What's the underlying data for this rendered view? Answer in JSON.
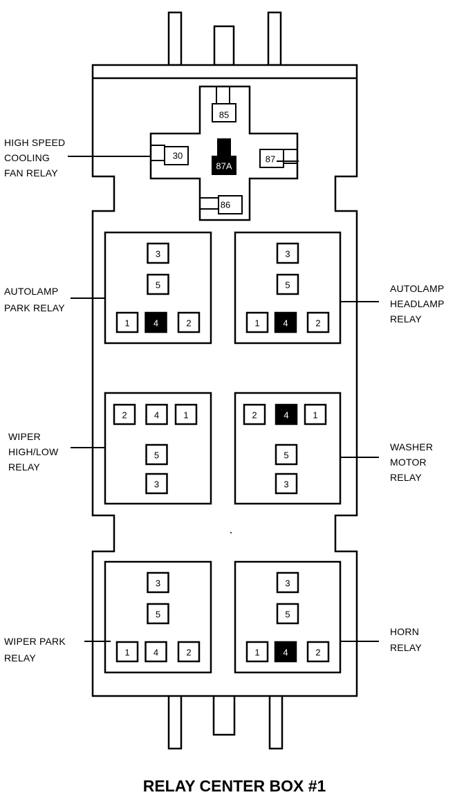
{
  "title": "RELAY CENTER BOX #1",
  "colors": {
    "line": "#000000",
    "background": "#ffffff",
    "filled_pin": "#000000"
  },
  "fan_relay": {
    "label_lines": [
      "HIGH SPEED",
      "COOLING",
      "FAN RELAY"
    ],
    "pins": {
      "top": "85",
      "left": "30",
      "center": "87A",
      "right": "87",
      "bottom": "86"
    }
  },
  "relays": {
    "autolamp_park": {
      "label_lines": [
        "AUTOLAMP",
        "PARK RELAY"
      ],
      "pins": [
        "3",
        "5",
        "1",
        "4",
        "2"
      ]
    },
    "autolamp_headlamp": {
      "label_lines": [
        "AUTOLAMP",
        "HEADLAMP",
        "RELAY"
      ],
      "pins": [
        "3",
        "5",
        "1",
        "4",
        "2"
      ]
    },
    "wiper_high_low": {
      "label_lines": [
        "WIPER",
        "HIGH/LOW",
        "RELAY"
      ],
      "pins": [
        "2",
        "4",
        "1",
        "5",
        "3"
      ]
    },
    "washer_motor": {
      "label_lines": [
        "WASHER",
        "MOTOR",
        "RELAY"
      ],
      "pins": [
        "2",
        "4",
        "1",
        "5",
        "3"
      ]
    },
    "wiper_park": {
      "label_lines": [
        "WIPER PARK",
        "RELAY"
      ],
      "pins": [
        "3",
        "5",
        "1",
        "4",
        "2"
      ]
    },
    "horn": {
      "label_lines": [
        "HORN",
        "RELAY"
      ],
      "pins": [
        "3",
        "5",
        "1",
        "4",
        "2"
      ]
    }
  }
}
